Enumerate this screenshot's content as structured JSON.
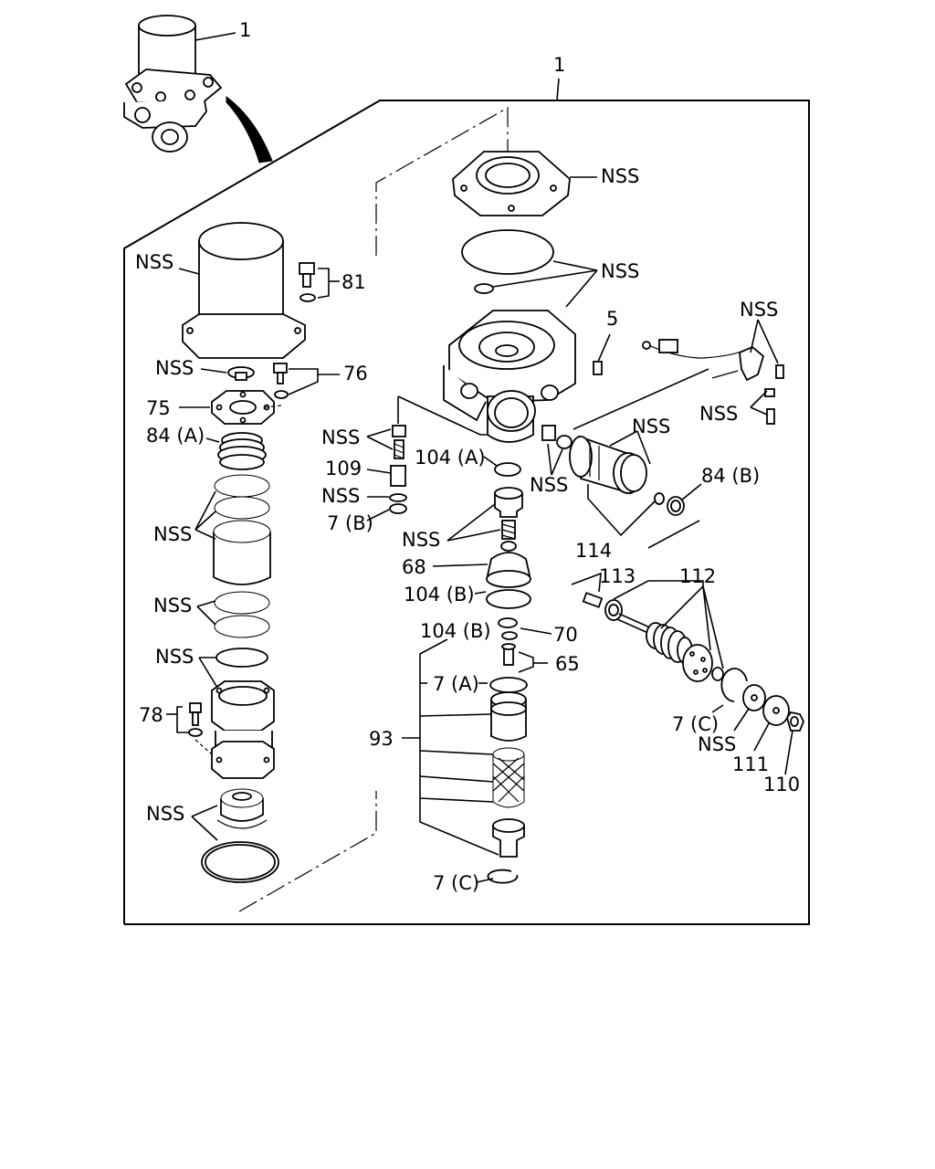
{
  "labels": {
    "top_1": "1",
    "frame_1": "1",
    "nss_top_cover": "NSS",
    "nss_orings_top": "NSS",
    "five": "5",
    "nss_bracket_1": "NSS",
    "nss_bracket_2": "NSS",
    "nss_canister": "NSS",
    "eighty_one": "81",
    "nss_cap": "NSS",
    "seventy_six": "76",
    "seventy_five": "75",
    "eighty_four_a": "84 (A)",
    "nss_valve_1": "NSS",
    "one_oh_nine": "109",
    "nss_valve_2": "NSS",
    "seven_b": "7 (B)",
    "one_oh_four_a": "104 (A)",
    "nss_fitting": "NSS",
    "nss_tube": "NSS",
    "eighty_four_b": "84 (B)",
    "nss_plunger": "NSS",
    "one_fourteen": "114",
    "sixty_eight": "68",
    "one_oh_four_b_1": "104 (B)",
    "one_oh_four_b_2": "104 (B)",
    "seventy": "70",
    "one_thirteen": "113",
    "one_twelve": "112",
    "sixty_five": "65",
    "seven_a": "7 (A)",
    "ninety_three": "93",
    "nss_screens": "NSS",
    "nss_screens_2": "NSS",
    "nss_seal": "NSS",
    "seventy_eight": "78",
    "nss_bottom": "NSS",
    "seven_c_right": "7 (C)",
    "nss_right": "NSS",
    "one_eleven": "111",
    "one_ten": "110",
    "seven_c_bottom": "7 (C)"
  }
}
